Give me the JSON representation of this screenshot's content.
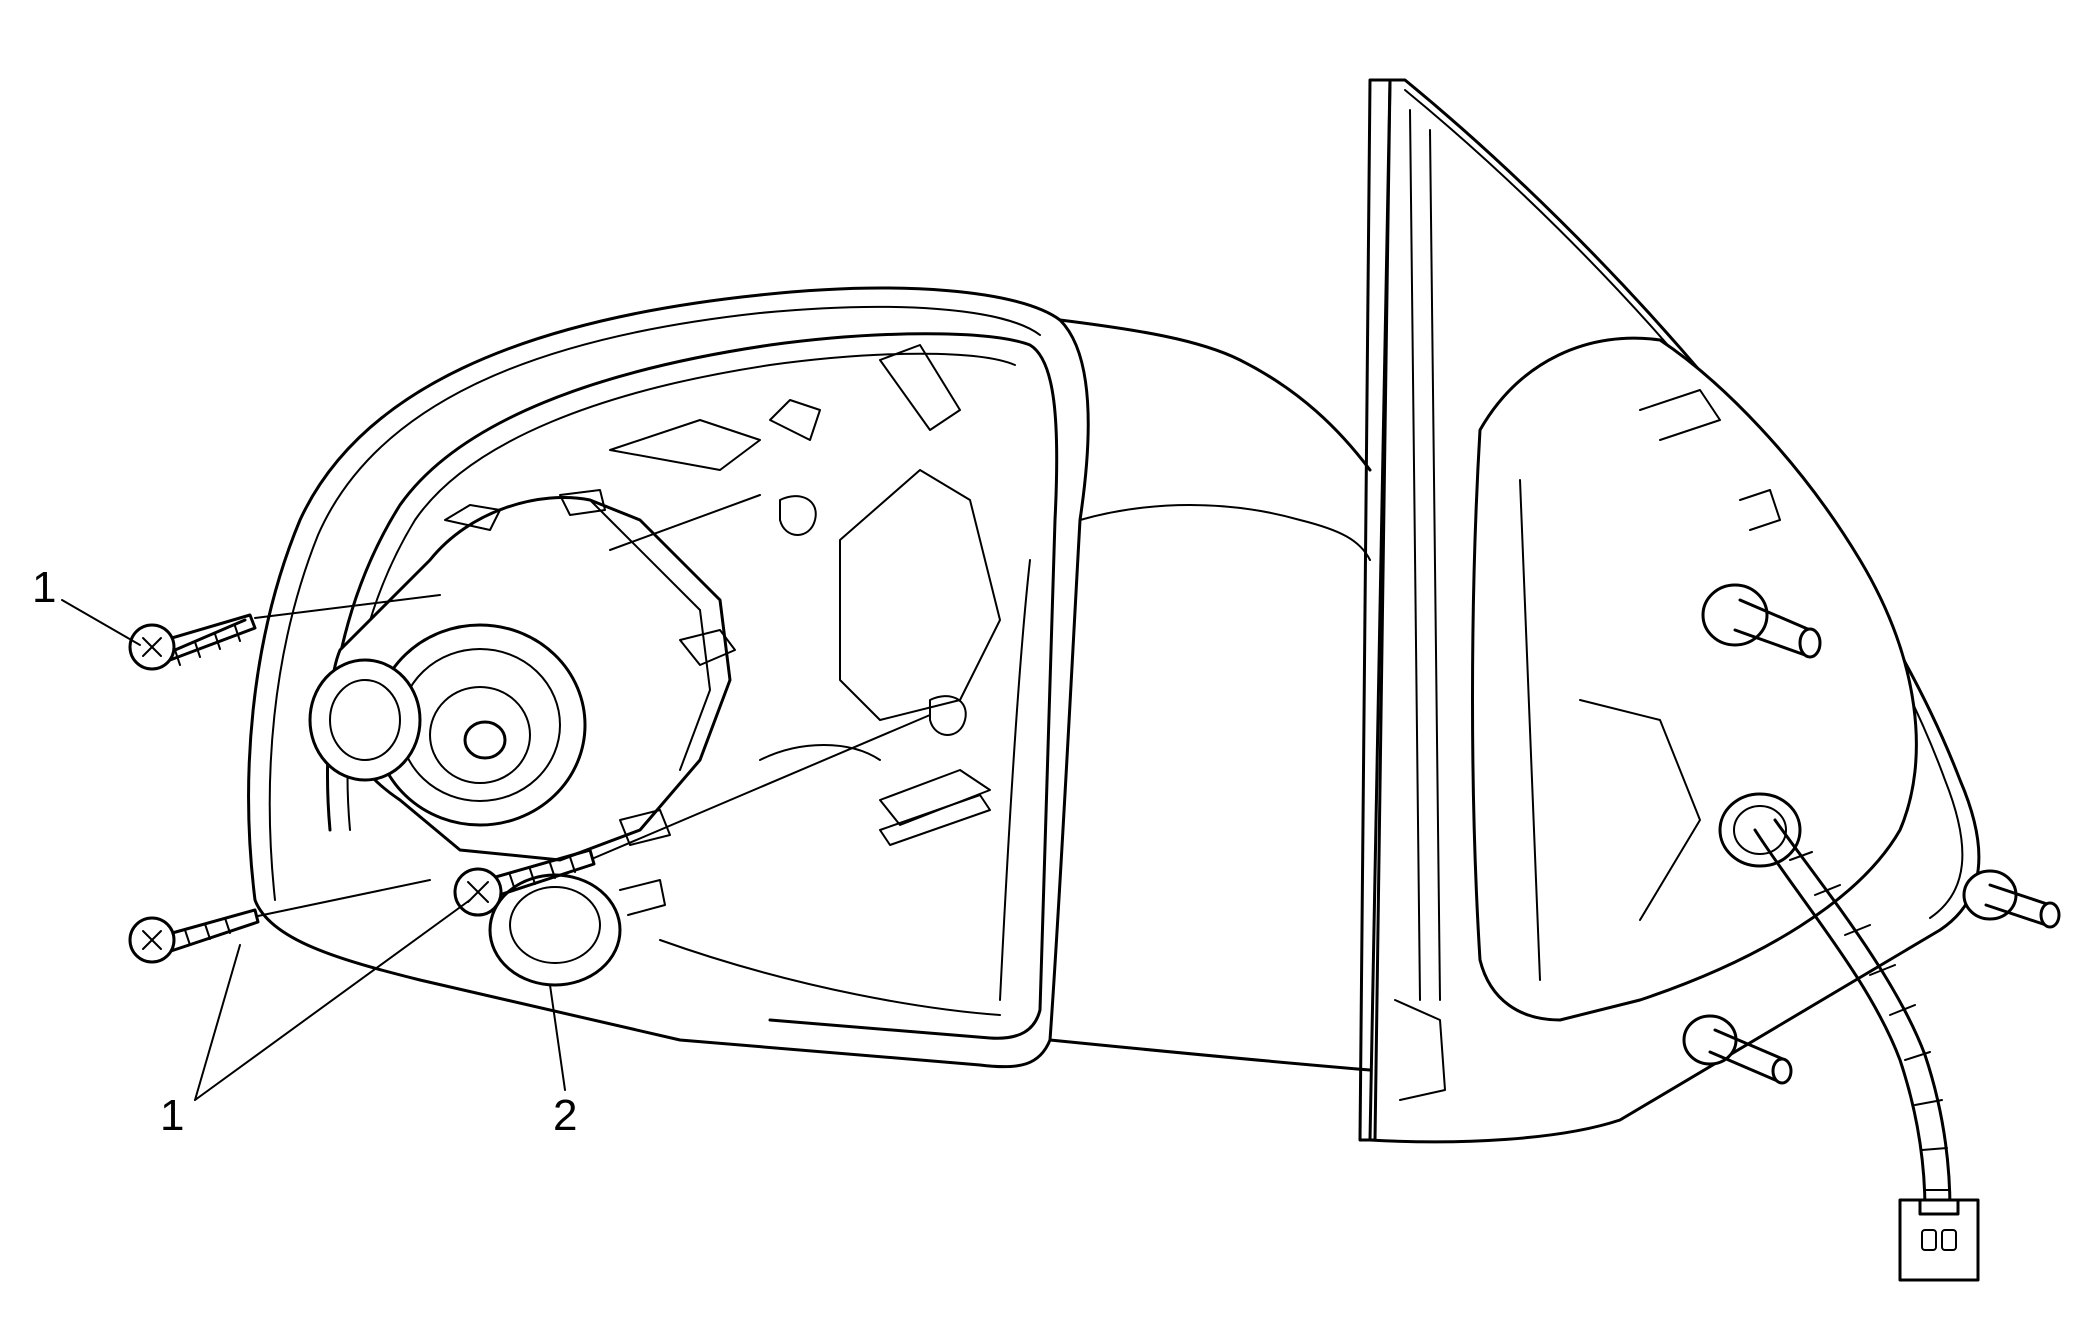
{
  "callouts": [
    {
      "id": "1",
      "text": "1"
    },
    {
      "id": "1",
      "text": "1"
    },
    {
      "id": "2",
      "text": "2"
    }
  ],
  "icons": [
    "screw-icon",
    "electrical-connector-icon",
    "wire-harness-icon",
    "mirror-actuator-icon"
  ]
}
